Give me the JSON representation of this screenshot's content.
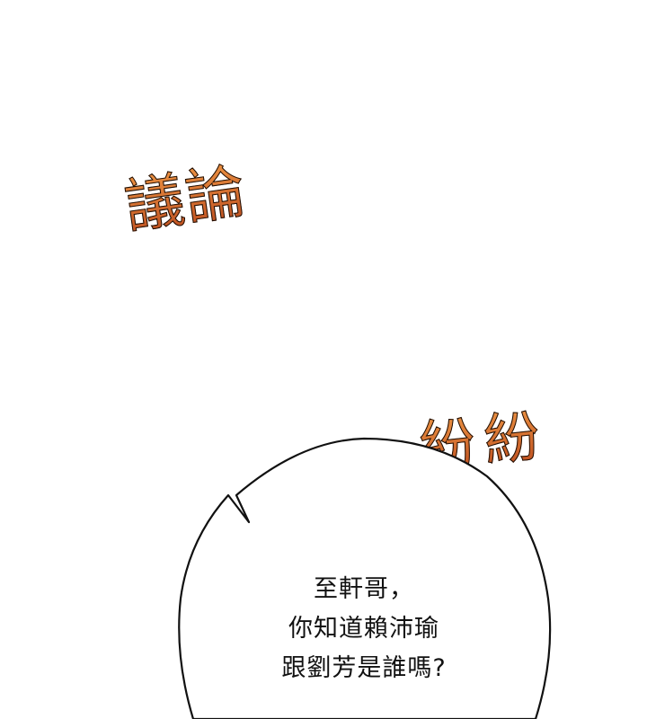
{
  "panel": {
    "background_color": "#ffffff",
    "sound_effects": [
      {
        "text": "議論"
      },
      {
        "text": "紛紛"
      }
    ],
    "sfx_colors": {
      "top": "#f7a24a",
      "bottom": "#b8471c",
      "outline": "#1a0d05"
    },
    "speech_bubble": {
      "lines": [
        "至軒哥，",
        "你知道賴沛瑜",
        "跟劉芳是誰嗎?"
      ],
      "fill_color": "#ffffff",
      "outline_color": "#111111"
    }
  }
}
